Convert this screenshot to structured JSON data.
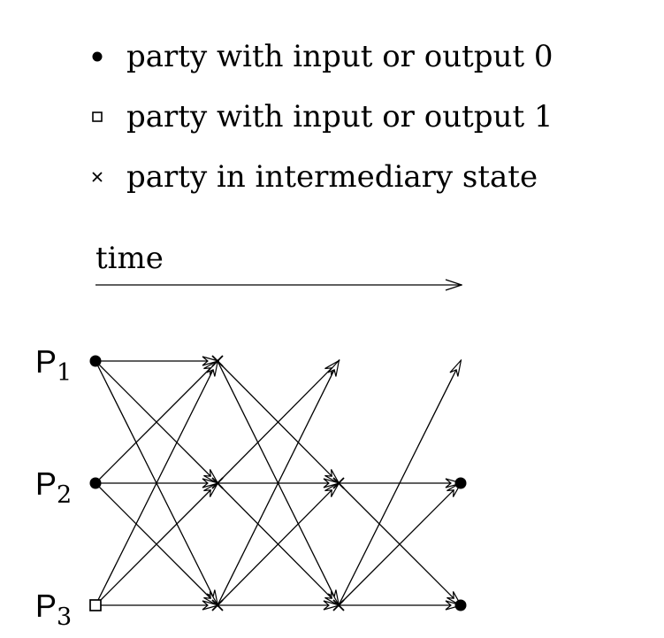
{
  "legend": [
    {
      "marker": "dot",
      "label": "party with input or output 0"
    },
    {
      "marker": "square",
      "label": "party with input or output 1"
    },
    {
      "marker": "cross",
      "label": "party in intermediary state"
    }
  ],
  "time_label": "time",
  "parties": [
    {
      "letter": "P",
      "index": "1"
    },
    {
      "letter": "P",
      "index": "2"
    },
    {
      "letter": "P",
      "index": "3"
    }
  ],
  "nodes": [
    {
      "id": "n1-1",
      "party": 1,
      "round": 0,
      "type": "dot"
    },
    {
      "id": "n2-1",
      "party": 2,
      "round": 0,
      "type": "dot"
    },
    {
      "id": "n3-1",
      "party": 3,
      "round": 0,
      "type": "square"
    },
    {
      "id": "n1-2",
      "party": 1,
      "round": 1,
      "type": "cross"
    },
    {
      "id": "n2-2",
      "party": 2,
      "round": 1,
      "type": "cross"
    },
    {
      "id": "n3-2",
      "party": 3,
      "round": 1,
      "type": "cross"
    },
    {
      "id": "n2-3",
      "party": 2,
      "round": 2,
      "type": "cross"
    },
    {
      "id": "n3-3",
      "party": 3,
      "round": 2,
      "type": "cross"
    },
    {
      "id": "n2-4",
      "party": 2,
      "round": 3,
      "type": "dot"
    },
    {
      "id": "n3-4",
      "party": 3,
      "round": 3,
      "type": "dot"
    }
  ],
  "arrows": [
    {
      "from": [
        1,
        0
      ],
      "to": [
        1,
        1
      ]
    },
    {
      "from": [
        1,
        0
      ],
      "to": [
        2,
        1
      ]
    },
    {
      "from": [
        1,
        0
      ],
      "to": [
        3,
        1
      ]
    },
    {
      "from": [
        2,
        0
      ],
      "to": [
        1,
        1
      ]
    },
    {
      "from": [
        2,
        0
      ],
      "to": [
        2,
        1
      ]
    },
    {
      "from": [
        2,
        0
      ],
      "to": [
        3,
        1
      ]
    },
    {
      "from": [
        3,
        0
      ],
      "to": [
        1,
        1
      ]
    },
    {
      "from": [
        3,
        0
      ],
      "to": [
        2,
        1
      ]
    },
    {
      "from": [
        3,
        0
      ],
      "to": [
        3,
        1
      ]
    },
    {
      "from": [
        1,
        1
      ],
      "to": [
        2,
        2
      ]
    },
    {
      "from": [
        1,
        1
      ],
      "to": [
        3,
        2
      ]
    },
    {
      "from": [
        2,
        1
      ],
      "to": [
        1,
        2
      ]
    },
    {
      "from": [
        2,
        1
      ],
      "to": [
        2,
        2
      ]
    },
    {
      "from": [
        2,
        1
      ],
      "to": [
        3,
        2
      ]
    },
    {
      "from": [
        3,
        1
      ],
      "to": [
        1,
        2
      ]
    },
    {
      "from": [
        3,
        1
      ],
      "to": [
        2,
        2
      ]
    },
    {
      "from": [
        3,
        1
      ],
      "to": [
        3,
        2
      ]
    },
    {
      "from": [
        2,
        2
      ],
      "to": [
        2,
        3
      ]
    },
    {
      "from": [
        2,
        2
      ],
      "to": [
        3,
        3
      ]
    },
    {
      "from": [
        3,
        2
      ],
      "to": [
        1,
        3
      ]
    },
    {
      "from": [
        3,
        2
      ],
      "to": [
        2,
        3
      ]
    },
    {
      "from": [
        3,
        2
      ],
      "to": [
        3,
        3
      ]
    }
  ]
}
